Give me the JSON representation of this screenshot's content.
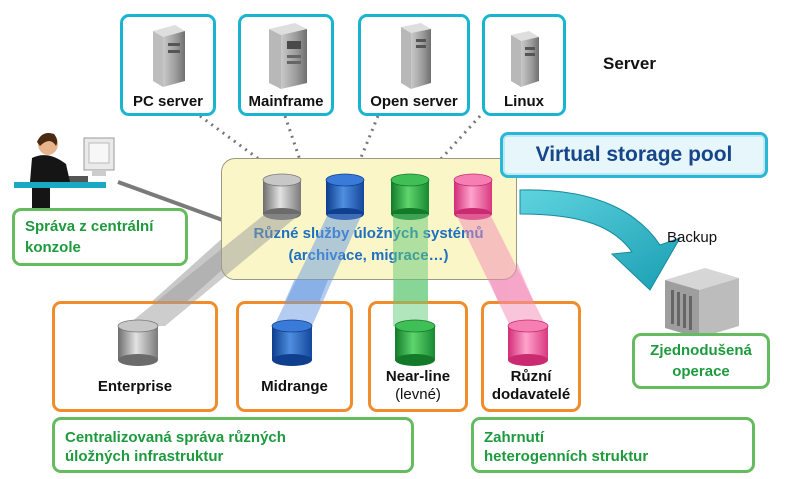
{
  "servers_heading": "Server",
  "servers": [
    {
      "label": "PC server"
    },
    {
      "label": "Mainframe"
    },
    {
      "label": "Open server"
    },
    {
      "label": "Linux"
    }
  ],
  "pool": {
    "title": "Virtual storage pool",
    "line1": "Různé služby úložných systémů",
    "line2": "(archivace, migrace…)"
  },
  "admin": {
    "label_line1": "Správa z centrální",
    "label_line2": "konzole"
  },
  "backup": {
    "heading": "Backup",
    "label_line1": "Zjednodušená",
    "label_line2": "operace"
  },
  "storage": [
    {
      "line1": "Enterprise",
      "line2": ""
    },
    {
      "line1": "Midrange",
      "line2": ""
    },
    {
      "line1": "Near-line",
      "line2": "(levné)"
    },
    {
      "line1": "Různí",
      "line2": "dodavatelé"
    }
  ],
  "bottom_left": {
    "line1": "Centralizovaná správa různých",
    "line2": "úložných infrastruktur"
  },
  "bottom_right": {
    "line1": "Zahrnutí",
    "line2": "heterogenních struktur"
  },
  "colors": {
    "server_border": "#19b5d0",
    "storage_border": "#f08c2c",
    "note_border": "#66bb5e",
    "pool_fill": "#fbf6c8",
    "cyl_gray": "#9a9a9a",
    "cyl_blue": "#1f5fc0",
    "cyl_green": "#2aa845",
    "cyl_pink": "#f25c9a",
    "arrow": "#2bb9c9"
  }
}
